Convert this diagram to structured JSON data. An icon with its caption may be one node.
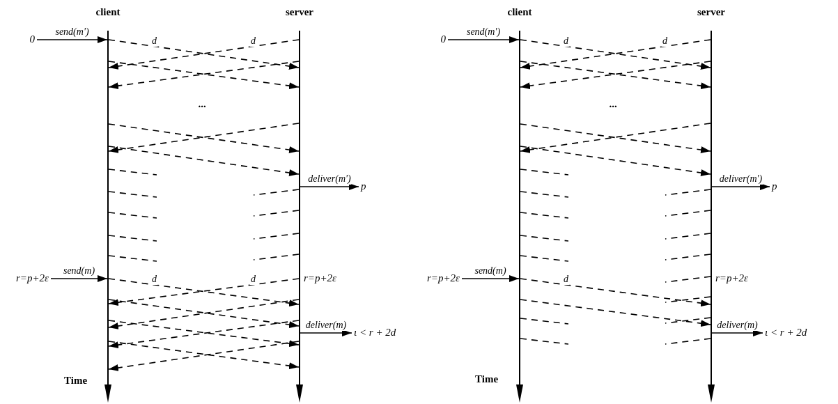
{
  "diagram": {
    "nodes": [
      {
        "text": [
          "client"
        ]
      },
      {
        "text": [
          "server"
        ]
      },
      {
        "text": [
          "0"
        ]
      },
      {
        "text": [
          "p"
        ]
      },
      {
        "text": [
          "r=p+2ε"
        ]
      },
      {
        "text": [
          "ι < r + 2d"
        ]
      },
      {
        "text": [
          "client"
        ]
      },
      {
        "text": [
          "server"
        ]
      },
      {
        "text": [
          "0"
        ]
      },
      {
        "text": [
          "p"
        ]
      },
      {
        "text": [
          "r=p+2ε"
        ]
      },
      {
        "text": [
          "ι < r + 2d"
        ]
      }
    ],
    "edges": [
      {
        "from": 2,
        "to": 0,
        "arrow": "to",
        "label": "send(m')"
      },
      {
        "from": 0,
        "to": 1,
        "arrow": "to",
        "style": "dashed",
        "label": "d"
      },
      {
        "from": 1,
        "to": 0,
        "arrow": "to",
        "style": "dashed",
        "label": "d"
      },
      {
        "from": 0,
        "to": 1,
        "arrow": "to",
        "style": "dashed"
      },
      {
        "from": 1,
        "to": 0,
        "arrow": "to",
        "style": "dashed"
      },
      {
        "from": 0,
        "to": 1,
        "arrow": "to",
        "style": "dashed"
      },
      {
        "from": 1,
        "to": 0,
        "arrow": "to",
        "style": "dashed"
      },
      {
        "from": 0,
        "to": 1,
        "arrow": "to",
        "style": "dashed"
      },
      {
        "from": 1,
        "to": 3,
        "arrow": "to",
        "label": "deliver(m')"
      },
      {
        "from": 0,
        "to": null,
        "arrow": "none",
        "style": "dashed"
      },
      {
        "from": 0,
        "to": null,
        "arrow": "none",
        "style": "dashed"
      },
      {
        "from": 0,
        "to": null,
        "arrow": "none",
        "style": "dashed"
      },
      {
        "from": 0,
        "to": null,
        "arrow": "none",
        "style": "dashed"
      },
      {
        "from": 0,
        "to": null,
        "arrow": "none",
        "style": "dashed"
      },
      {
        "from": 1,
        "to": null,
        "arrow": "none",
        "style": "dashed"
      },
      {
        "from": 1,
        "to": null,
        "arrow": "none",
        "style": "dashed"
      },
      {
        "from": 1,
        "to": null,
        "arrow": "none",
        "style": "dashed"
      },
      {
        "from": 1,
        "to": null,
        "arrow": "none",
        "style": "dashed"
      },
      {
        "from": 4,
        "to": 0,
        "arrow": "to",
        "label": "send(m)"
      },
      {
        "from": 0,
        "to": 1,
        "arrow": "to",
        "style": "dashed",
        "label": "d"
      },
      {
        "from": 1,
        "to": 0,
        "arrow": "to",
        "style": "dashed",
        "label": "d"
      },
      {
        "from": 0,
        "to": 1,
        "arrow": "to",
        "style": "dashed"
      },
      {
        "from": 1,
        "to": 0,
        "arrow": "to",
        "style": "dashed"
      },
      {
        "from": 0,
        "to": 1,
        "arrow": "to",
        "style": "dashed"
      },
      {
        "from": 1,
        "to": 0,
        "arrow": "to",
        "style": "dashed"
      },
      {
        "from": 0,
        "to": 1,
        "arrow": "to",
        "style": "dashed"
      },
      {
        "from": 1,
        "to": 0,
        "arrow": "to",
        "style": "dashed"
      },
      {
        "from": 1,
        "to": 5,
        "arrow": "to",
        "label": "deliver(m)"
      },
      {
        "from": 8,
        "to": 6,
        "arrow": "to",
        "label": "send(m')"
      },
      {
        "from": 6,
        "to": 7,
        "arrow": "to",
        "style": "dashed",
        "label": "d"
      },
      {
        "from": 7,
        "to": 6,
        "arrow": "to",
        "style": "dashed",
        "label": "d"
      },
      {
        "from": 6,
        "to": 7,
        "arrow": "to",
        "style": "dashed"
      },
      {
        "from": 7,
        "to": 6,
        "arrow": "to",
        "style": "dashed"
      },
      {
        "from": 6,
        "to": 7,
        "arrow": "to",
        "style": "dashed"
      },
      {
        "from": 7,
        "to": 6,
        "arrow": "to",
        "style": "dashed"
      },
      {
        "from": 6,
        "to": 7,
        "arrow": "to",
        "style": "dashed"
      },
      {
        "from": 7,
        "to": 9,
        "arrow": "to",
        "label": "deliver(m')"
      },
      {
        "from": 6,
        "to": null,
        "arrow": "none",
        "style": "dashed"
      },
      {
        "from": 6,
        "to": null,
        "arrow": "none",
        "style": "dashed"
      },
      {
        "from": 6,
        "to": null,
        "arrow": "none",
        "style": "dashed"
      },
      {
        "from": 6,
        "to": null,
        "arrow": "none",
        "style": "dashed"
      },
      {
        "from": 6,
        "to": null,
        "arrow": "none",
        "style": "dashed"
      },
      {
        "from": 6,
        "to": null,
        "arrow": "none",
        "style": "dashed"
      },
      {
        "from": 6,
        "to": null,
        "arrow": "none",
        "style": "dashed"
      },
      {
        "from": 7,
        "to": null,
        "arrow": "none",
        "style": "dashed"
      },
      {
        "from": 7,
        "to": null,
        "arrow": "none",
        "style": "dashed"
      },
      {
        "from": 7,
        "to": null,
        "arrow": "none",
        "style": "dashed"
      },
      {
        "from": 7,
        "to": null,
        "arrow": "none",
        "style": "dashed"
      },
      {
        "from": 7,
        "to": null,
        "arrow": "none",
        "style": "dashed"
      },
      {
        "from": 7,
        "to": null,
        "arrow": "none",
        "style": "dashed"
      },
      {
        "from": 7,
        "to": null,
        "arrow": "none",
        "style": "dashed"
      },
      {
        "from": 7,
        "to": null,
        "arrow": "none",
        "style": "dashed"
      },
      {
        "from": 10,
        "to": 6,
        "arrow": "to",
        "label": "send(m)"
      },
      {
        "from": 6,
        "to": 7,
        "arrow": "to",
        "style": "dashed",
        "label": "d"
      },
      {
        "from": 6,
        "to": 7,
        "arrow": "to",
        "style": "dashed"
      },
      {
        "from": 7,
        "to": 11,
        "arrow": "to",
        "label": "deliver(m)"
      }
    ],
    "labels": [
      "...",
      "r=p+2ε",
      "Time",
      "...",
      "r=p+2ε",
      "Time"
    ]
  }
}
